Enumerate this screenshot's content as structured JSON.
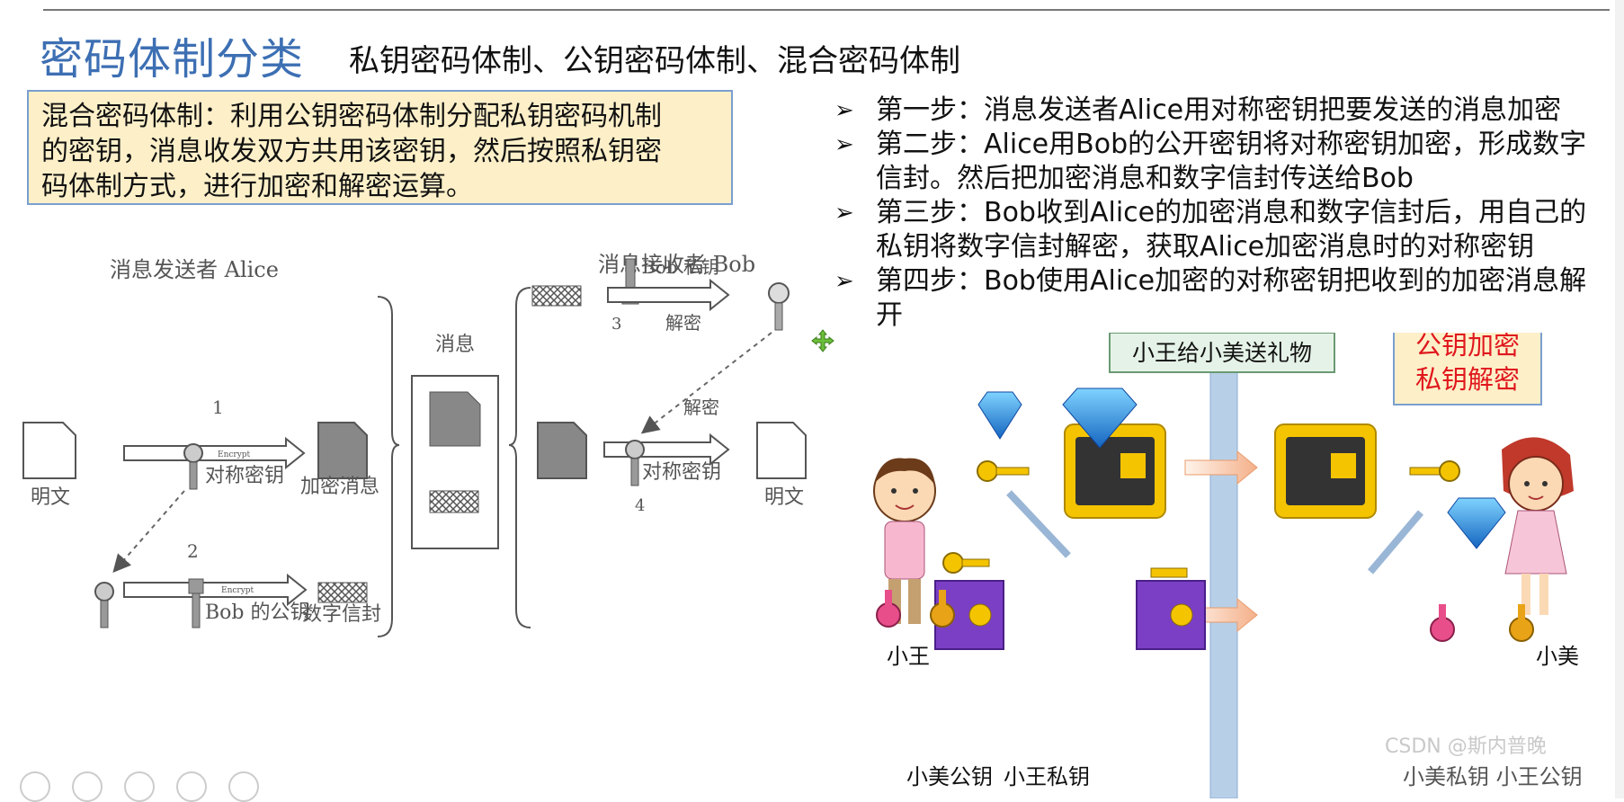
{
  "title": "密码体制分类",
  "subtitle": "私钥密码体制、公钥密码体制、混合密码体制",
  "hybrid_definition": {
    "lines": [
      "混合密码体制：利用公钥密码体制分配私钥密码机制",
      "的密钥，消息收发双方共用该密钥，然后按照私钥密",
      "码体制方式，进行加密和解密运算。"
    ]
  },
  "steps": [
    {
      "lines": [
        "第一步：消息发送者Alice用对称密钥把要发送的消息加密"
      ]
    },
    {
      "lines": [
        "第二步：Alice用Bob的公开密钥将对称密钥加密，形成数字",
        "信封。然后把加密消息和数字信封传送给Bob"
      ]
    },
    {
      "lines": [
        "第三步：Bob收到Alice的加密消息和数字信封后，用自己的",
        "私钥将数字信封解密，获取Alice加密消息时的对称密钥"
      ]
    },
    {
      "lines": [
        "第四步：Bob使用Alice加密的对称密钥把收到的加密消息解",
        "开"
      ]
    }
  ],
  "step_bullet": "➢",
  "left_diagram": {
    "sender": "消息发送者 Alice",
    "receiver": "消息接收者 Bob",
    "message": "消息",
    "plaintext_left": "明文",
    "plaintext_right": "明文",
    "encrypted_message": "加密消息",
    "symmetric_key_1": "对称密钥",
    "symmetric_key_2": "对称密钥",
    "bob_private_key": "Bob 私钥",
    "bob_public_key": "Bob 的公钥",
    "digital_envelope": "数字信封",
    "decrypt_1": "解密",
    "decrypt_2": "解密",
    "encrypt_tag_1": "Encrypt",
    "encrypt_tag_2": "Encrypt",
    "num_1": "1",
    "num_2": "2",
    "num_3": "3",
    "num_4": "4"
  },
  "right_diagram": {
    "title": "小王给小美送礼物",
    "note_line1": "公钥加密",
    "note_line2": "私钥解密",
    "person_left": "小王",
    "person_right": "小美",
    "xiaomei_public_key": "小美公钥",
    "xiaowang_private_key": "小王私钥",
    "bottom_right_label": "小美私钥 小王公钥"
  },
  "watermark": "CSDN @斯内普晚",
  "colors": {
    "title_blue": "#3d6fb3",
    "definition_bg": "#fdf0c9",
    "note_red": "#e0181e",
    "safe_yellow": "#f5c400",
    "safe_purple": "#7a3fc4",
    "gem_blue": "#1e88e5"
  }
}
